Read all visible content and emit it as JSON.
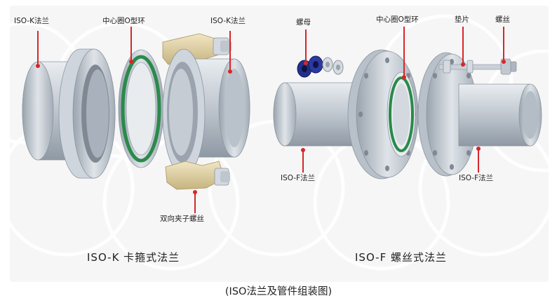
{
  "labels": {
    "iso_k_flange_left": "ISO-K法兰",
    "centering_ring_left": "中心圈O型环",
    "iso_k_flange_right": "ISO-K法兰",
    "double_clamp": "双向夹子螺丝",
    "nut": "螺母",
    "centering_ring_right": "中心圈O型环",
    "washer": "垫片",
    "bolt": "螺丝",
    "iso_f_flange_left": "ISO-F法兰",
    "iso_f_flange_right": "ISO-F法兰"
  },
  "titles": {
    "iso_k": "ISO-K 卡箍式法兰",
    "iso_f": "ISO-F 螺丝式法兰"
  },
  "caption": "(ISO法兰及管件组装图)",
  "colors": {
    "leader": "#d8262a",
    "oring": "#2a8a4a",
    "clamp": "#e2d3a2",
    "nut": "#22308c",
    "metal": "#c7ced6"
  }
}
